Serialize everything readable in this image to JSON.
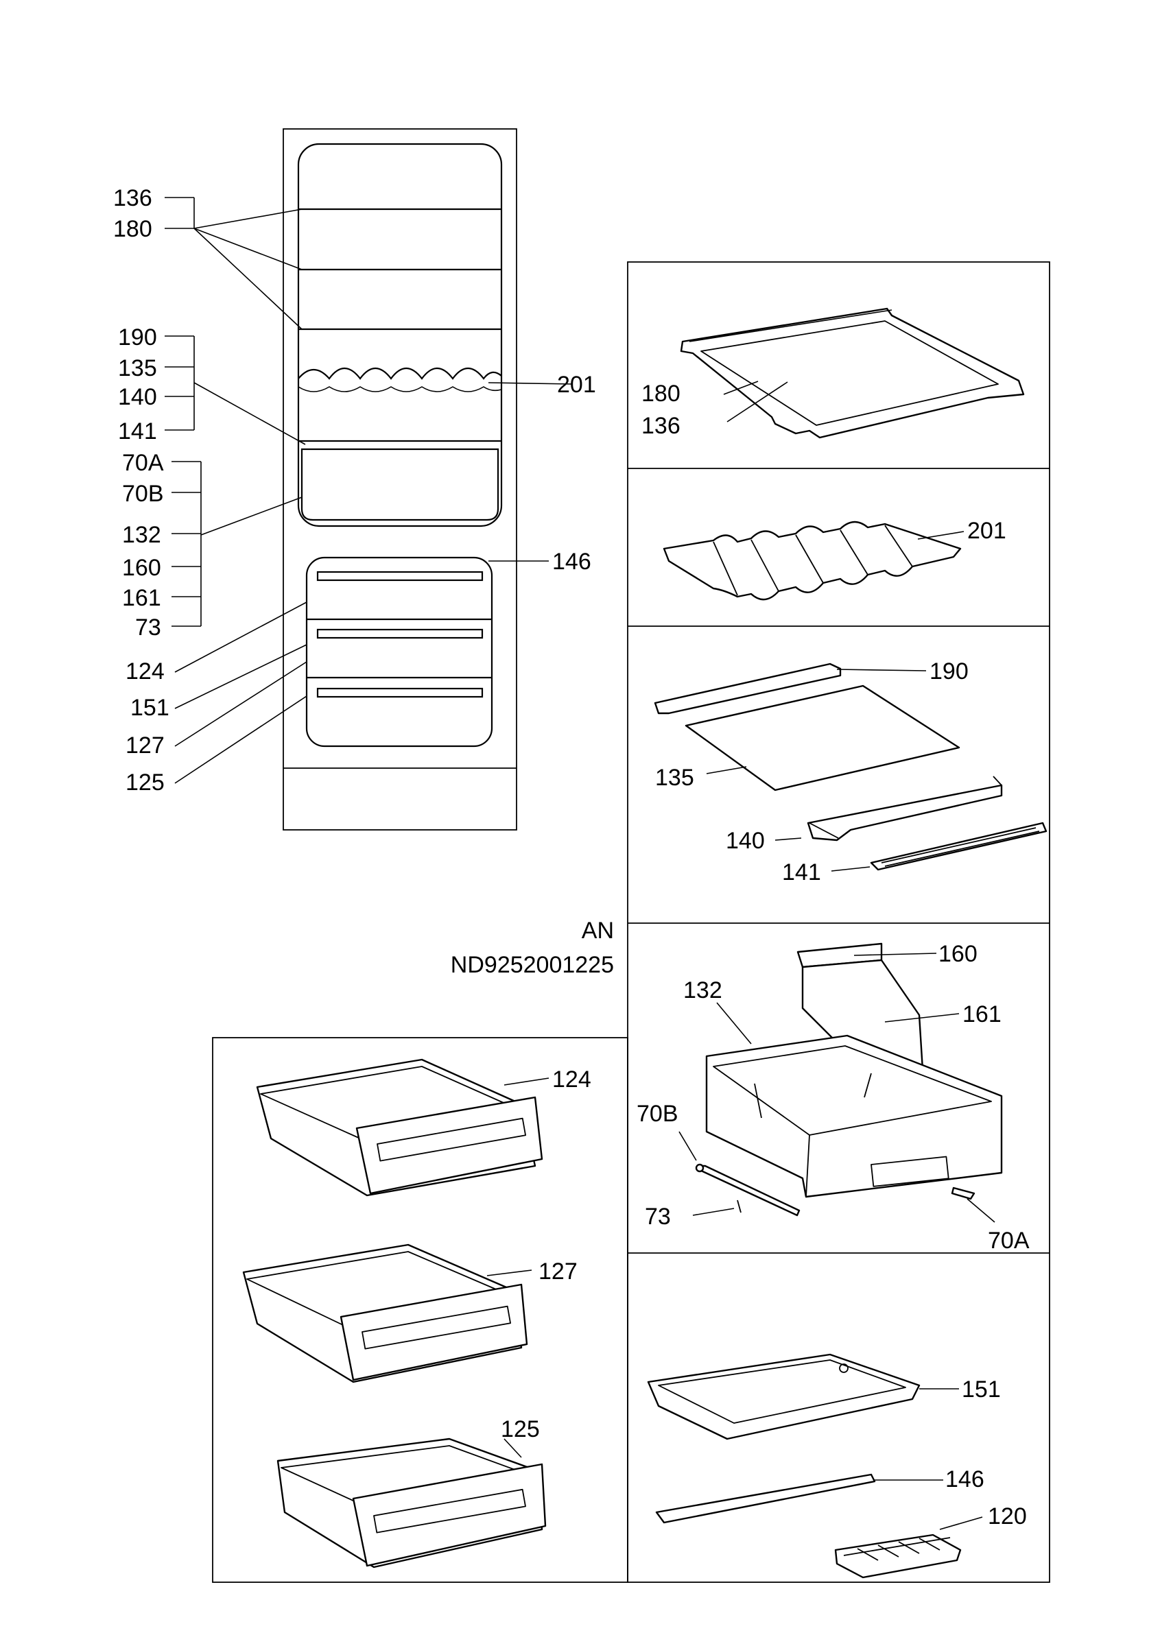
{
  "doc": {
    "ref_a": "AN",
    "ref_b": "ND9252001225"
  },
  "overview_labels": {
    "l136": "136",
    "l180": "180",
    "l190": "190",
    "l135": "135",
    "l140": "140",
    "l141": "141",
    "l70a": "70A",
    "l70b": "70B",
    "l132": "132",
    "l160": "160",
    "l161": "161",
    "l73": "73",
    "l201": "201",
    "l146": "146",
    "l124": "124",
    "l151": "151",
    "l127": "127",
    "l125": "125"
  },
  "panel_shelf": {
    "l180": "180",
    "l136": "136"
  },
  "panel_wine": {
    "l201": "201"
  },
  "panel_cover": {
    "l190": "190",
    "l135": "135",
    "l140": "140",
    "l141": "141"
  },
  "panel_bin": {
    "l160": "160",
    "l132": "132",
    "l161": "161",
    "l70b": "70B",
    "l73": "73",
    "l70a": "70A"
  },
  "panel_drawers": {
    "l124": "124",
    "l127": "127",
    "l125": "125"
  },
  "panel_access": {
    "l151": "151",
    "l146": "146",
    "l120": "120"
  }
}
